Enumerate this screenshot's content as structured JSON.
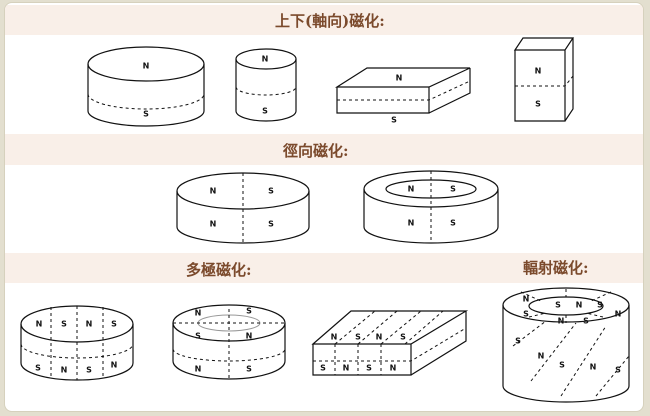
{
  "sections": {
    "axial": {
      "title": "上下(軸向)磁化:"
    },
    "diametral": {
      "title": "徑向磁化:"
    },
    "multipole": {
      "title": "多極磁化:"
    },
    "radial": {
      "title": "輻射磁化:"
    }
  },
  "figures": {
    "axial_disc": [
      "N",
      "S"
    ],
    "axial_cylinder": [
      "N",
      "S"
    ],
    "axial_block": [
      "N",
      "S"
    ],
    "axial_tall_block": [
      "N",
      "S"
    ],
    "diametral_disc": [
      "N",
      "S",
      "N",
      "S"
    ],
    "diametral_ring": [
      "N",
      "S",
      "N",
      "S"
    ],
    "multipole_disc": [
      "N",
      "S",
      "N",
      "S",
      "S",
      "N",
      "S",
      "N"
    ],
    "multipole_ring": [
      "N",
      "S",
      "S",
      "N",
      "N",
      "S"
    ],
    "multipole_block": [
      "N",
      "S",
      "N",
      "S",
      "S",
      "N",
      "S",
      "N"
    ],
    "radial_ring": [
      "N",
      "S",
      "N",
      "S",
      "N",
      "S",
      "N",
      "S",
      "S",
      "N",
      "S",
      "N",
      "S"
    ]
  }
}
